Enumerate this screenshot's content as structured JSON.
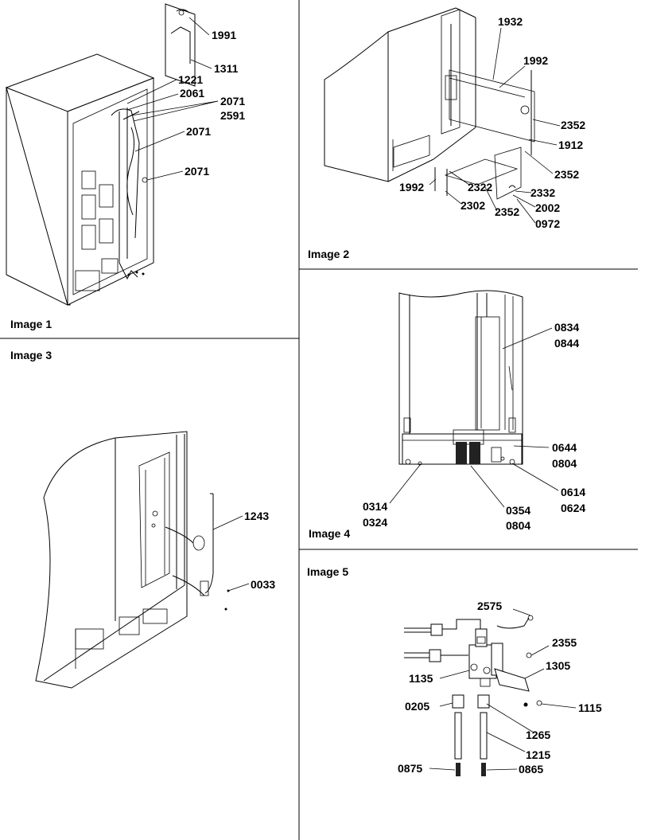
{
  "panels": [
    {
      "label": "Image 1",
      "callouts": [
        "1991",
        "1311",
        "1221",
        "2061",
        "2071",
        "2591",
        "2071",
        "2071"
      ]
    },
    {
      "label": "Image 2",
      "callouts": [
        "1932",
        "1992",
        "2352",
        "1912",
        "2352",
        "1992",
        "2322",
        "2332",
        "2302",
        "2352",
        "2002",
        "0972"
      ]
    },
    {
      "label": "Image 3",
      "callouts": [
        "1243",
        "0033"
      ]
    },
    {
      "label": "Image 4",
      "callouts": [
        "0834",
        "0844",
        "0644",
        "0804",
        "0614",
        "0624",
        "0314",
        "0324",
        "0354",
        "0804"
      ]
    },
    {
      "label": "Image 5",
      "callouts": [
        "2575",
        "2355",
        "1305",
        "1135",
        "1115",
        "0205",
        "1265",
        "1215",
        "0875",
        "0865"
      ]
    }
  ]
}
